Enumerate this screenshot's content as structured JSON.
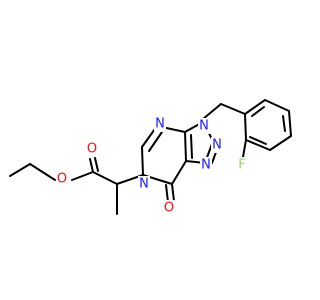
{
  "molecule": {
    "colors": {
      "bond": "#000000",
      "nitrogen": "#1a1aff",
      "oxygen": "#ff0d0d",
      "fluorine": "#90e050",
      "background": "#ffffff"
    },
    "atom_labels": {
      "n_triazole_top": "N",
      "n_triazole_mid": "N",
      "n_triazole_low": "N",
      "n_pyrimidine_top": "N",
      "n_pyrimidine_sub": "N",
      "o_ester_carbonyl": "O",
      "o_ester_ether": "O",
      "o_ketone": "O",
      "f_aryl": "F"
    }
  }
}
